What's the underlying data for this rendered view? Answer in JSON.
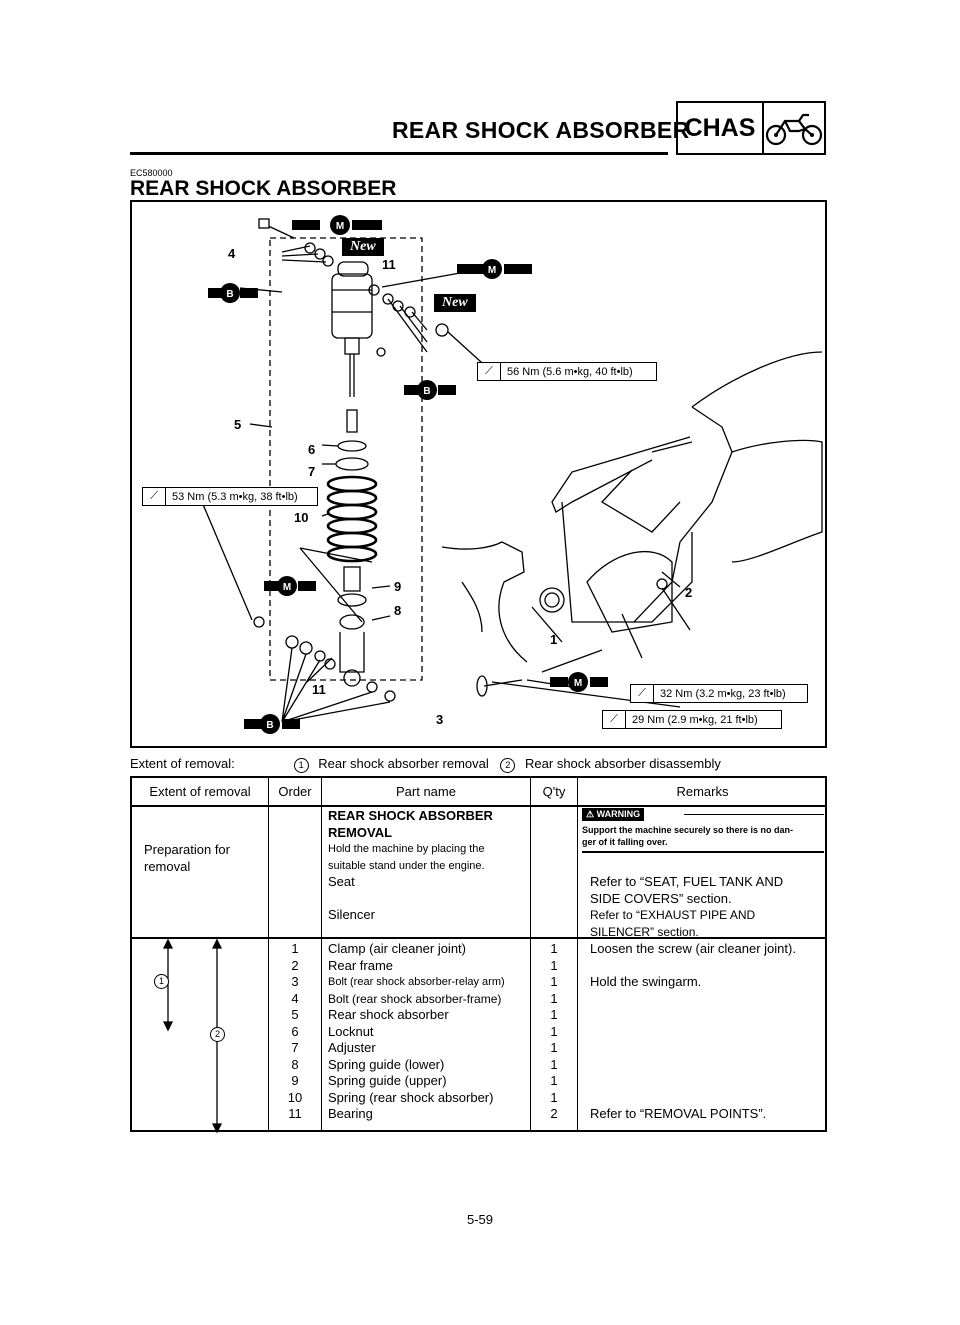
{
  "header": {
    "title": "REAR SHOCK ABSORBER",
    "badge": "CHAS",
    "badge_icon": "motorcycle-icon"
  },
  "doc_code": "EC580000",
  "section_title": "REAR SHOCK ABSORBER",
  "diagram": {
    "torques": [
      "56 Nm (5.6 m•kg, 40 ft•lb)",
      "53 Nm (5.3 m•kg, 38 ft•lb)",
      "32 Nm (3.2 m•kg, 23 ft•lb)",
      "29 Nm (2.9 m•kg, 21 ft•lb)"
    ],
    "new_label": "New",
    "lube_m": "M",
    "lube_b": "B",
    "callouts": [
      "1",
      "2",
      "3",
      "4",
      "5",
      "6",
      "7",
      "8",
      "9",
      "10",
      "11"
    ]
  },
  "extent_line": {
    "label": "Extent of removal:",
    "item1_num": "1",
    "item1": "Rear shock absorber removal",
    "item2_num": "2",
    "item2": "Rear shock absorber disassembly"
  },
  "table": {
    "headers": [
      "Extent of removal",
      "Order",
      "Part name",
      "Q'ty",
      "Remarks"
    ],
    "prep": {
      "extent": "Preparation for\nremoval",
      "part_title": "REAR SHOCK ABSORBER\nREMOVAL",
      "part_note": "Hold the machine by placing the\nsuitable stand under the engine.",
      "seat": "Seat",
      "silencer": "Silencer",
      "warning_label": "WARNING",
      "warning_text": "Support the machine securely so there is no dan-\nger of it falling over.",
      "seat_remark": "Refer to “SEAT, FUEL TANK AND\nSIDE COVERS” section.",
      "silencer_remark": "Refer to “EXHAUST PIPE AND\nSILENCER” section."
    },
    "extent_markers": [
      "1",
      "2"
    ],
    "rows": [
      {
        "order": "1",
        "part": "Clamp (air cleaner joint)",
        "qty": "1",
        "remark": "Loosen the screw (air cleaner joint)."
      },
      {
        "order": "2",
        "part": "Rear frame",
        "qty": "1",
        "remark": ""
      },
      {
        "order": "3",
        "part": "Bolt (rear shock absorber-relay arm)",
        "qty": "1",
        "remark": "Hold the swingarm."
      },
      {
        "order": "4",
        "part": "Bolt (rear shock absorber-frame)",
        "qty": "1",
        "remark": ""
      },
      {
        "order": "5",
        "part": "Rear shock absorber",
        "qty": "1",
        "remark": ""
      },
      {
        "order": "6",
        "part": "Locknut",
        "qty": "1",
        "remark": ""
      },
      {
        "order": "7",
        "part": "Adjuster",
        "qty": "1",
        "remark": ""
      },
      {
        "order": "8",
        "part": "Spring guide (lower)",
        "qty": "1",
        "remark": ""
      },
      {
        "order": "9",
        "part": "Spring guide (upper)",
        "qty": "1",
        "remark": ""
      },
      {
        "order": "10",
        "part": "Spring (rear shock absorber)",
        "qty": "1",
        "remark": ""
      },
      {
        "order": "11",
        "part": "Bearing",
        "qty": "2",
        "remark": "Refer to “REMOVAL POINTS”."
      }
    ]
  },
  "page_number": "5-59"
}
